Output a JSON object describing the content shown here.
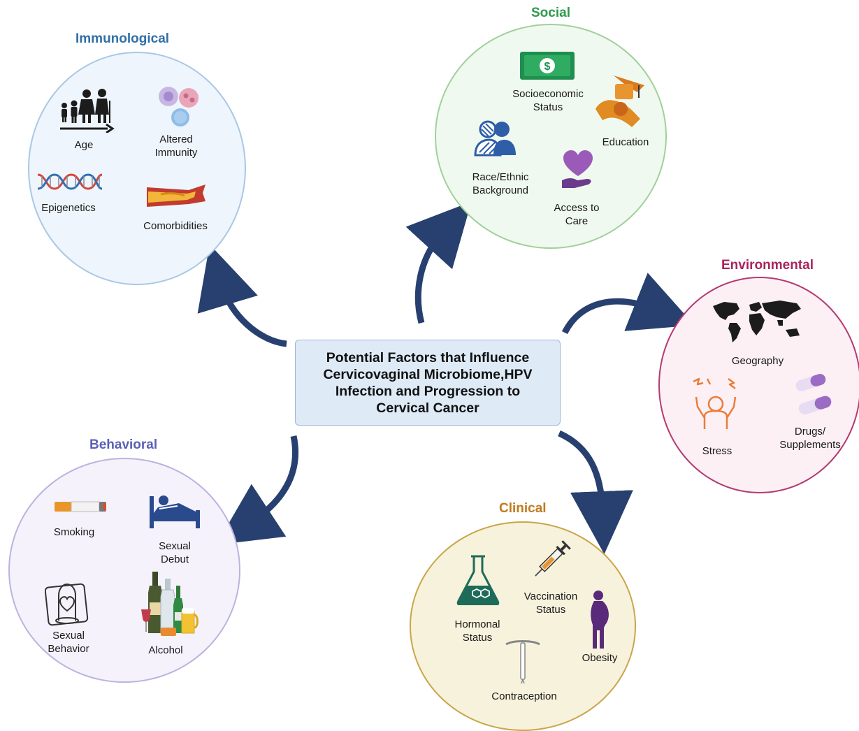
{
  "center": {
    "title": "Potential Factors that Influence\nCervicovaginal Microbiome,HPV\nInfection and Progression to\nCervical Cancer"
  },
  "categories": {
    "immunological": {
      "title": "Immunological",
      "color": "#2f6fa8",
      "items": [
        "Age",
        "Altered\nImmunity",
        "Epigenetics",
        "Comorbidities"
      ]
    },
    "social": {
      "title": "Social",
      "color": "#2e9a4a",
      "items": [
        "Socioeconomic\nStatus",
        "Education",
        "Race/Ethnic\nBackground",
        "Access to\nCare"
      ]
    },
    "environmental": {
      "title": "Environmental",
      "color": "#a8245f",
      "items": [
        "Geography",
        "Stress",
        "Drugs/\nSupplements"
      ]
    },
    "behavioral": {
      "title": "Behavioral",
      "color": "#5b5fb5",
      "items": [
        "Smoking",
        "Sexual\nDebut",
        "Sexual\nBehavior",
        "Alcohol"
      ]
    },
    "clinical": {
      "title": "Clinical",
      "color": "#c07a1e",
      "items": [
        "Hormonal\nStatus",
        "Vaccination\nStatus",
        "Obesity",
        "Contraception"
      ]
    }
  },
  "colors": {
    "arrow": "#27406f",
    "center_fill": "#dfeaf7"
  }
}
